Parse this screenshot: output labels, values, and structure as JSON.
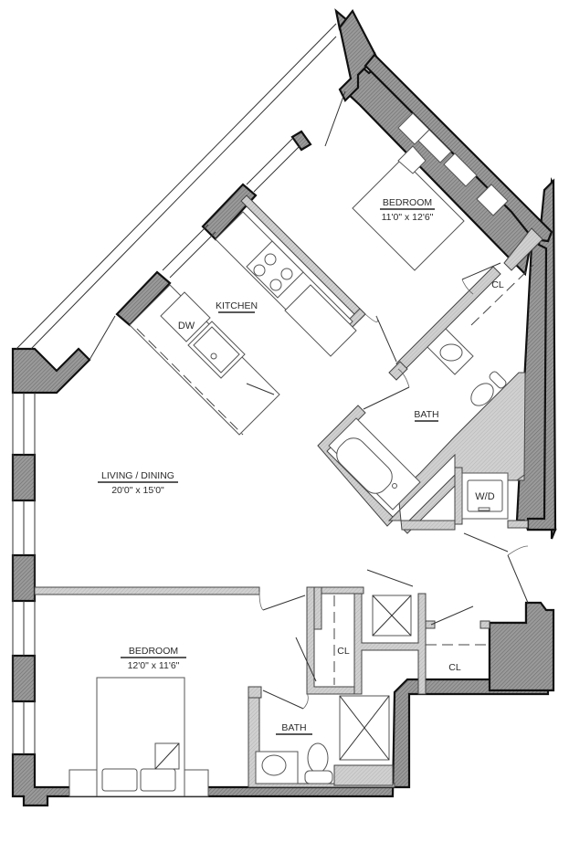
{
  "plan": {
    "rooms": [
      {
        "id": "bedroom-1",
        "name": "BEDROOM",
        "dimensions": "11'0\" x 12'6\""
      },
      {
        "id": "kitchen",
        "name": "KITCHEN"
      },
      {
        "id": "living-dining",
        "name": "LIVING / DINING",
        "dimensions": "20'0\" x 15'0\""
      },
      {
        "id": "bath-1",
        "name": "BATH"
      },
      {
        "id": "closet-1",
        "name": "CL"
      },
      {
        "id": "bedroom-2",
        "name": "BEDROOM",
        "dimensions": "12'0\" x 11'6\""
      },
      {
        "id": "closet-2",
        "name": "CL"
      },
      {
        "id": "closet-3",
        "name": "CL"
      },
      {
        "id": "bath-2",
        "name": "BATH"
      }
    ],
    "appliances": {
      "dishwasher": "DW",
      "washer_dryer": "W/D"
    },
    "colors": {
      "exterior_wall": "#8c8c8c",
      "interior_wall": "#c8c8c8",
      "line": "#222222",
      "background": "#ffffff"
    }
  }
}
